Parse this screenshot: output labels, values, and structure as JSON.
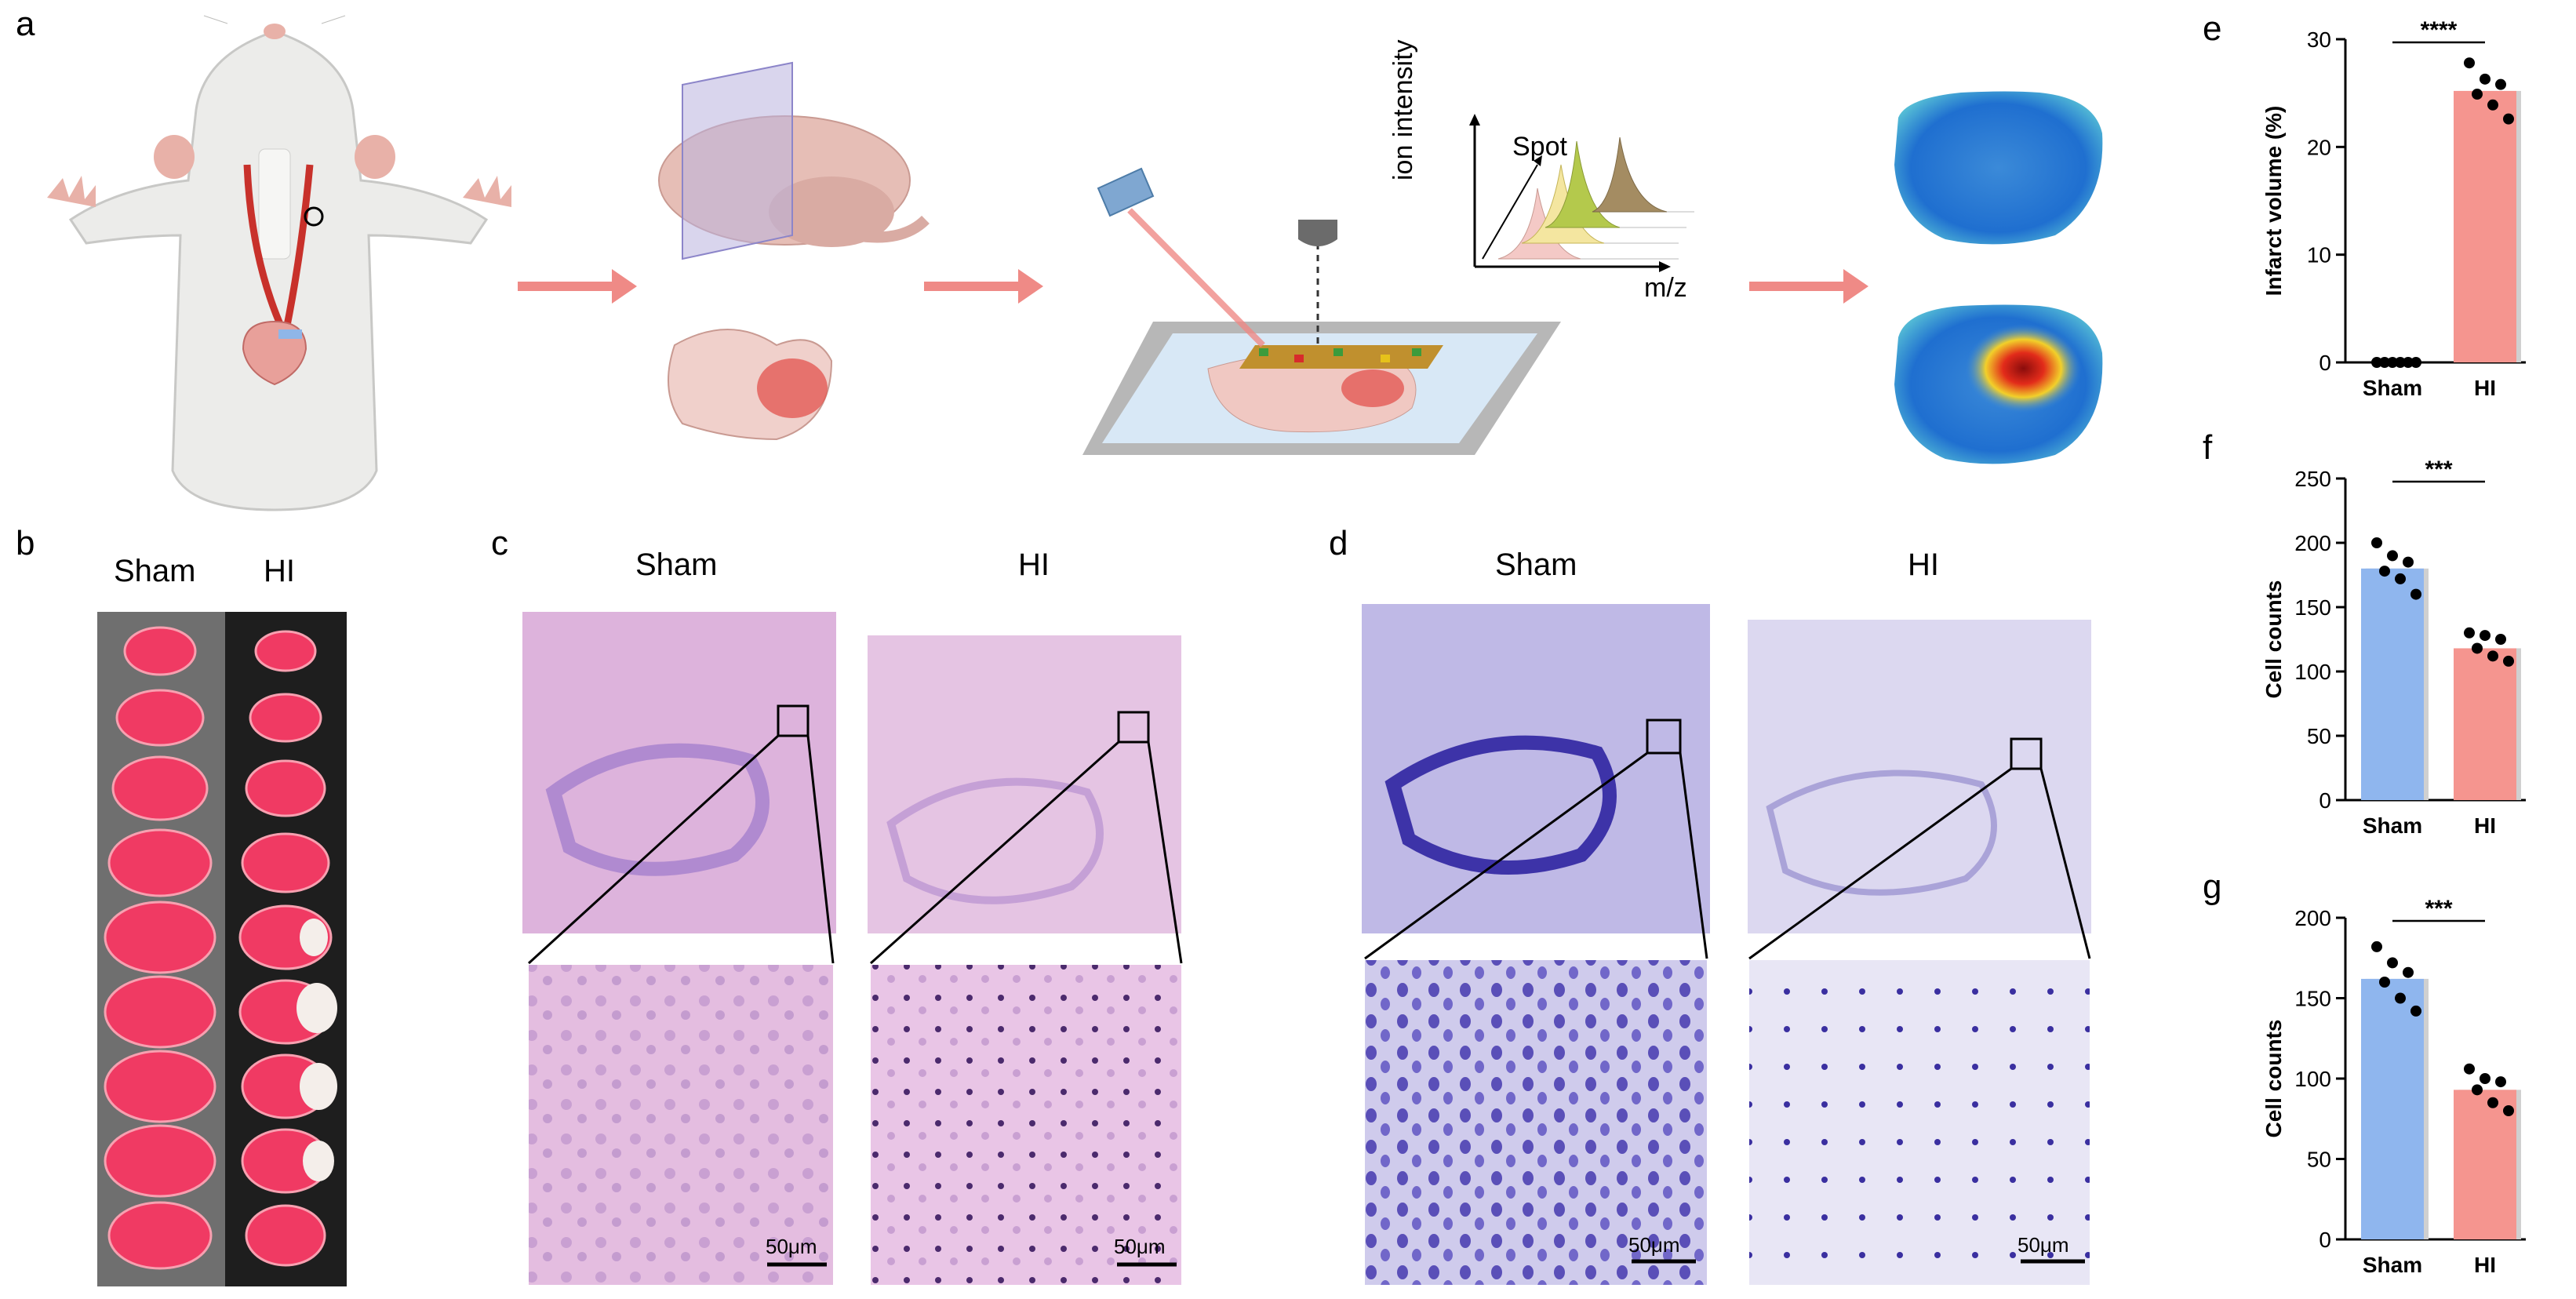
{
  "panel_labels": {
    "a": "a",
    "b": "b",
    "c": "c",
    "d": "d",
    "e": "e",
    "f": "f",
    "g": "g"
  },
  "panel_b": {
    "sham": "Sham",
    "hi": "HI"
  },
  "panel_c": {
    "sham": "Sham",
    "hi": "HI",
    "scale_left": "50μm",
    "scale_right": "50μm"
  },
  "panel_d": {
    "sham": "Sham",
    "hi": "HI",
    "scale_left": "50μm",
    "scale_right": "50μm"
  },
  "spectrum": {
    "spot": "Spot",
    "ylabel": "ion intensity",
    "xlabel": "m/z"
  },
  "colors": {
    "sham_bar": "#8fb6ee",
    "hi_bar": "#f5958f",
    "arrow": "#ef8a86",
    "he_stain": "#d9a9d6",
    "nissl_stain": "#6a5fc3"
  },
  "chart_data": [
    {
      "panel": "e",
      "type": "bar",
      "categories": [
        "Sham",
        "HI"
      ],
      "values": [
        0,
        25.2
      ],
      "points": [
        [
          0,
          0,
          0,
          0,
          0,
          0
        ],
        [
          27.8,
          26.3,
          25.8,
          24.9,
          23.9,
          22.6
        ]
      ],
      "ylabel": "Infarct volume (%)",
      "ylim": [
        0,
        30
      ],
      "yticks": [
        "0",
        "10",
        "20",
        "30"
      ],
      "significance": "****"
    },
    {
      "panel": "f",
      "type": "bar",
      "categories": [
        "Sham",
        "HI"
      ],
      "values": [
        180,
        118
      ],
      "points": [
        [
          200,
          190,
          185,
          178,
          172,
          160
        ],
        [
          130,
          128,
          125,
          118,
          112,
          108
        ]
      ],
      "ylabel": "Cell counts",
      "ylim": [
        0,
        250
      ],
      "yticks": [
        "0",
        "50",
        "100",
        "150",
        "200",
        "250"
      ],
      "significance": "***"
    },
    {
      "panel": "g",
      "type": "bar",
      "categories": [
        "Sham",
        "HI"
      ],
      "values": [
        162,
        93
      ],
      "points": [
        [
          182,
          172,
          166,
          160,
          150,
          142
        ],
        [
          106,
          100,
          98,
          93,
          85,
          80
        ]
      ],
      "ylabel": "Cell counts",
      "ylim": [
        0,
        200
      ],
      "yticks": [
        "0",
        "50",
        "100",
        "150",
        "200"
      ],
      "significance": "***"
    }
  ]
}
